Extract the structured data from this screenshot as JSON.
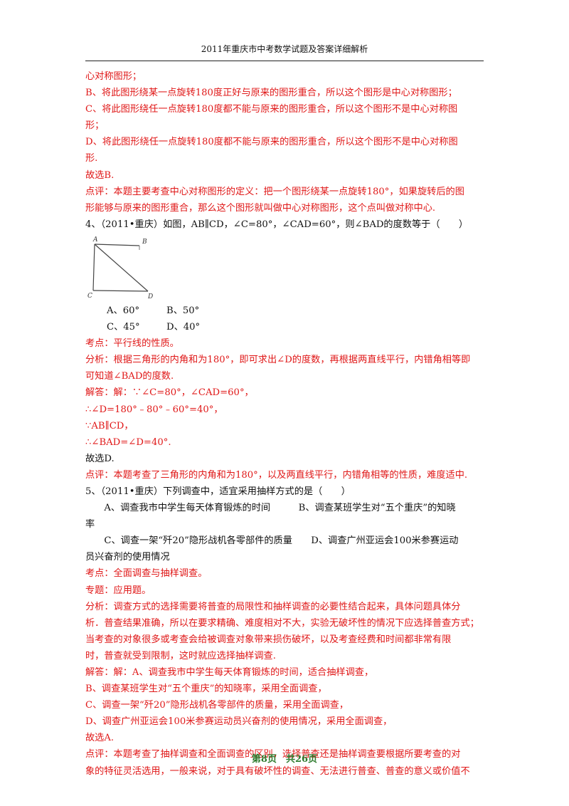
{
  "header": "2011年重庆市中考数学试题及答案详细解析",
  "lines": [
    {
      "t": "心对称图形；",
      "c": "red"
    },
    {
      "t": "B、将此图形绕某一点旋转180度正好与原来的图形重合，所以这个图形是中心对称图形；",
      "c": "red"
    },
    {
      "t": "C、将此图形绕任一点旋转180度都不能与原来的图形重合，所以这个图形不是中心对称图",
      "c": "red"
    },
    {
      "t": "形；",
      "c": "red"
    },
    {
      "t": "D、将此图形绕任一点旋转180度都不能与原来的图形重合，所以这个图形不是中心对称图",
      "c": "red"
    },
    {
      "t": "形.",
      "c": "red"
    },
    {
      "t": "故选B.",
      "c": "red"
    },
    {
      "t": "点评：本题主要考查中心对称图形的定义：把一个图形绕某一点旋转180°，如果旋转后的图",
      "c": "red"
    },
    {
      "t": "形能够与原来的图形重合，那么这个图形就叫做中心对称图形，这个点叫做对称中心.",
      "c": "red"
    },
    {
      "t": "4、（2011•重庆）如图，AB∥CD，∠C=80°，∠CAD=60°，则∠BAD的度数等于（　　）",
      "c": "black"
    }
  ],
  "figure_labels": {
    "a": "A",
    "b": "B",
    "c": "C",
    "d": "D"
  },
  "q4_options": [
    [
      "A、60°",
      "B、50°"
    ],
    [
      "C、45°",
      "D、40°"
    ]
  ],
  "lines2": [
    {
      "t": "考点：平行线的性质。",
      "c": "red"
    },
    {
      "t": "分析：根据三角形的内角和为180°，即可求出∠D的度数，再根据两直线平行，内错角相等即",
      "c": "red"
    },
    {
      "t": "可知道∠BAD的度数.",
      "c": "red"
    },
    {
      "t": "解答：解：∵∠C=80°，∠CAD=60°，",
      "c": "red"
    },
    {
      "t": "∴∠D=180°﹣80°﹣60°=40°，",
      "c": "red"
    },
    {
      "t": "∵AB∥CD，",
      "c": "red"
    },
    {
      "t": "∴∠BAD=∠D=40°.",
      "c": "red"
    },
    {
      "t": "故选D.",
      "c": "black"
    },
    {
      "t": "点评：本题考查了三角形的内角和为180°，以及两直线平行，内错角相等的性质，难度适中.",
      "c": "red"
    },
    {
      "t": "5、（2011•重庆）下列调查中，适宜采用抽样方式的是（　　）",
      "c": "black"
    },
    {
      "t": "　　A、调查我市中学生每天体育锻炼的时间　　　B、调查某班学生对“五个重庆”的知晓",
      "c": "black"
    },
    {
      "t": "率",
      "c": "black"
    },
    {
      "t": "　　C、调查一架“歼20”隐形战机各零部件的质量　　D、调查广州亚运会100米参赛运动",
      "c": "black"
    },
    {
      "t": "员兴奋剂的使用情况",
      "c": "black"
    },
    {
      "t": "考点：全面调查与抽样调查。",
      "c": "red"
    },
    {
      "t": "专题：应用题。",
      "c": "red"
    },
    {
      "t": "分析：调查方式的选择需要将普查的局限性和抽样调查的必要性结合起来，具体问题具体分",
      "c": "red"
    },
    {
      "t": "析．普查结果准确，所以在要求精确、难度相对不大，实验无破坏性的情况下应选择普查方式；",
      "c": "red"
    },
    {
      "t": "当考查的对象很多或考查会给被调查对象带来损伤破坏，以及考查经费和时间都非常有限",
      "c": "red"
    },
    {
      "t": "时，普查就受到限制，这时就应选择抽样调查.",
      "c": "red"
    },
    {
      "t": "解答：解：A、调查我市中学生每天体育锻炼的时间，适合抽样调查，",
      "c": "red"
    },
    {
      "t": "B、调查某班学生对“五个重庆”的知晓率，采用全面调查，",
      "c": "red"
    },
    {
      "t": "C、调查一架“歼20”隐形战机各零部件的质量，采用全面调查，",
      "c": "red"
    },
    {
      "t": "D、调查广州亚运会100米参赛运动员兴奋剂的使用情况，采用全面调查，",
      "c": "red"
    },
    {
      "t": "故选A.",
      "c": "red"
    },
    {
      "t": "点评：本题考查了抽样调查和全面调查的区别，选择普查还是抽样调查要根据所要考查的对",
      "c": "red"
    },
    {
      "t": "象的特征灵活选用，一般来说，对于具有破坏性的调查、无法进行普查、普查的意义或价值不",
      "c": "red"
    }
  ],
  "footer": "第8页　共26页"
}
